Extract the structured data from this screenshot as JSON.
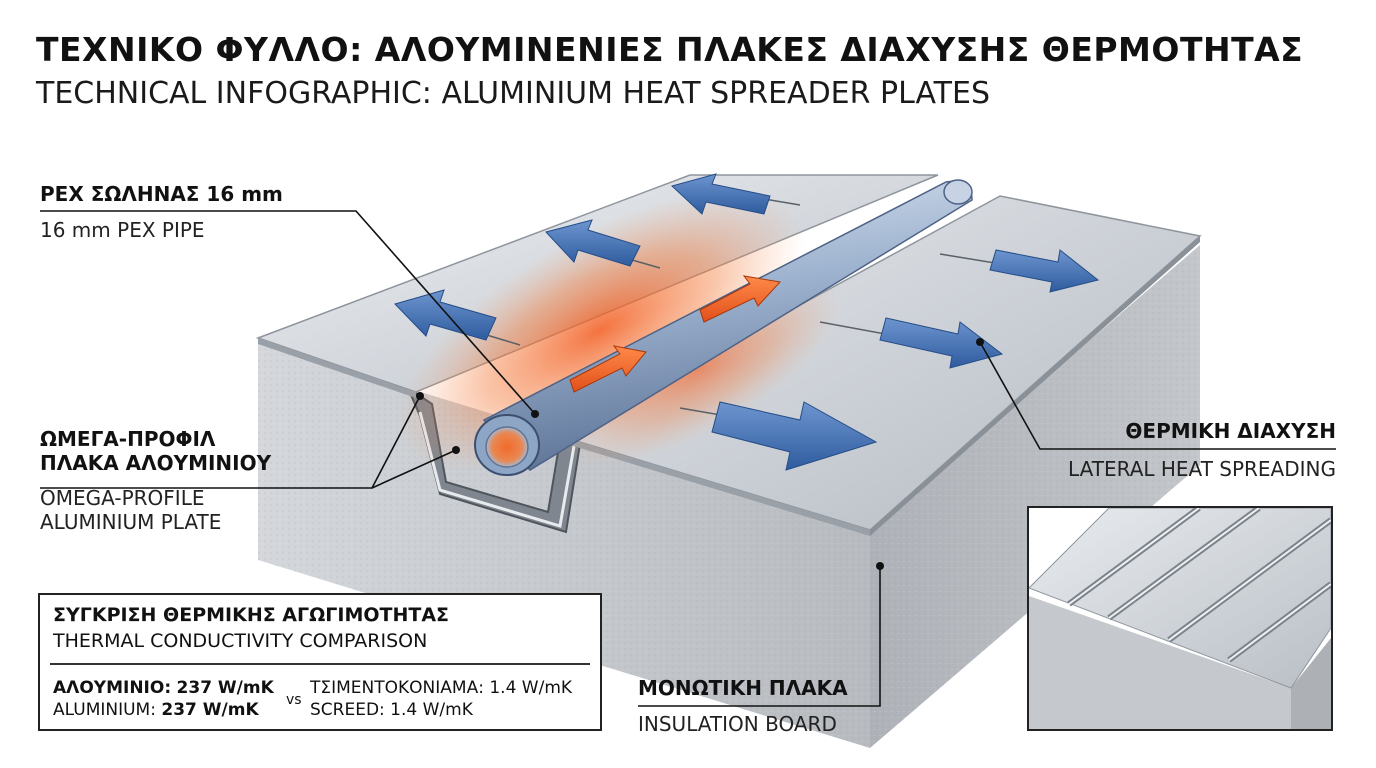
{
  "title": {
    "greek": "ΤΕΧΝΙΚΟ ΦΥΛΛΟ: ΑΛΟΥΜΙΝΕΝΙΕΣ ΠΛΑΚΕΣ ΔΙΑΧΥΣΗΣ ΘΕΡΜΟΤΗΤΑΣ",
    "english": "TECHNICAL INFOGRAPHIC: ALUMINIUM HEAT SPREADER PLATES"
  },
  "labels": {
    "pex_pipe": {
      "greek": "PEX ΣΩΛΗΝΑΣ 16 mm",
      "english": "16 mm PEX PIPE"
    },
    "omega_plate": {
      "greek_line1": "ΩΜΕΓΑ-ΠΡΟΦΙΛ",
      "greek_line2": "ΠΛΑΚΑ ΑΛΟΥΜΙΝΙΟΥ",
      "english_line1": "OMEGA-PROFILE",
      "english_line2": "ALUMINIUM PLATE"
    },
    "heat_spreading": {
      "greek": "ΘΕΡΜΙΚΗ ΔΙΑΧΥΣΗ",
      "english": "LATERAL HEAT SPREADING"
    },
    "insulation": {
      "greek": "ΜΟΝΩΤΙΚΗ ΠΛΑΚΑ",
      "english": "INSULATION BOARD"
    }
  },
  "comparison": {
    "title_greek": "ΣΥΓΚΡΙΣΗ ΘΕΡΜΙΚΗΣ ΑΓΩΓΙΜΟΤΗΤΑΣ",
    "title_english": "THERMAL CONDUCTIVITY COMPARISON",
    "aluminium_greek_name": "ΑΛΟΥΜΙΝΙΟ:",
    "aluminium_english_name": "ALUMINIUM:",
    "aluminium_value": "237 W/mK",
    "vs": "vs",
    "screed_greek": "ΤΣΙΜΕΝΤΟΚΟΝΙΑΜΑ: 1.4 W/mK",
    "screed_english": "SCREED: 1.4 W/mK"
  },
  "colors": {
    "aluminium_light": "#e4e7eb",
    "aluminium_mid": "#b9bfc6",
    "insulation": "#c6c9cd",
    "heat_arrow_blue": "#3f6fb3",
    "heat_glow_orange": "#f26a2b",
    "pipe_blue": "#8ea6c6"
  }
}
